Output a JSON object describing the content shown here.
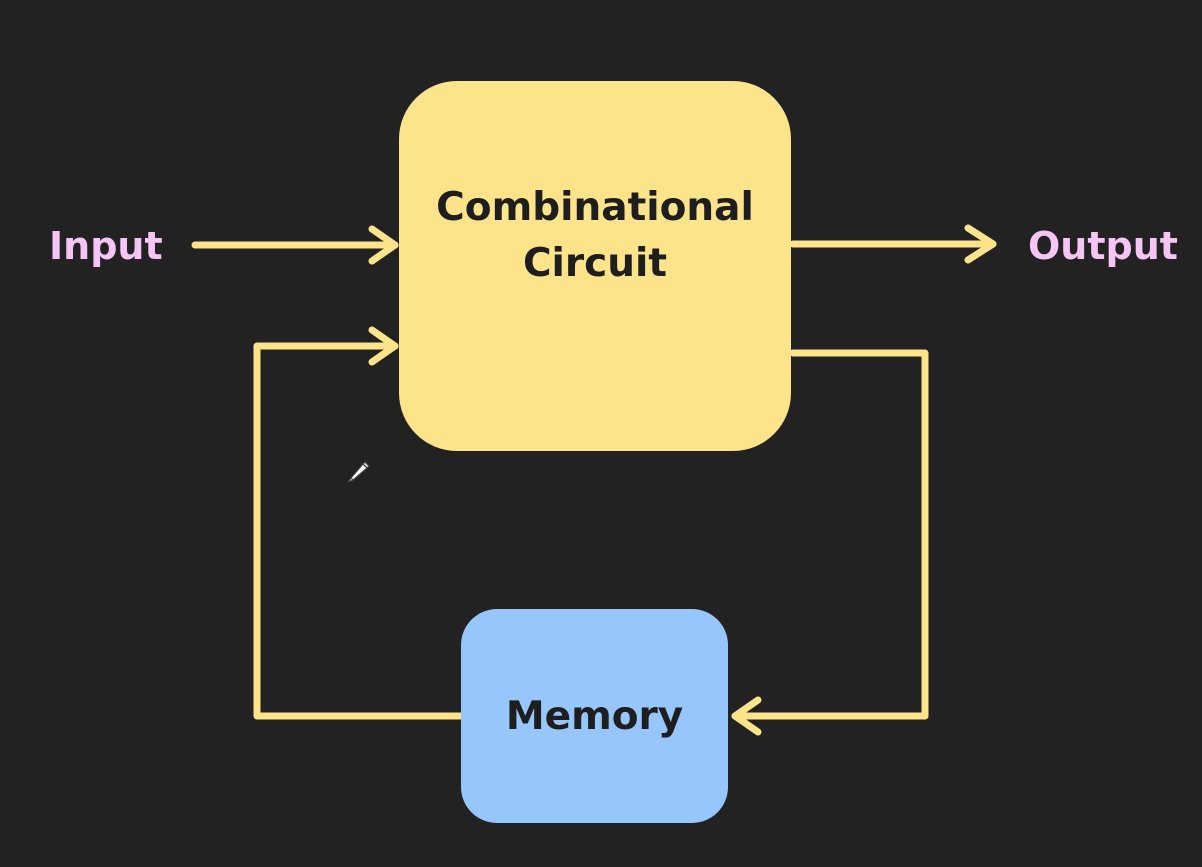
{
  "diagram": {
    "input_label": "Input",
    "output_label": "Output",
    "combinational_line1": "Combinational",
    "combinational_line2": "Circuit",
    "memory_label": "Memory"
  },
  "colors": {
    "background": "#222222",
    "wire": "#fde38a",
    "combinational_fill": "#fde38a",
    "memory_fill": "#96c6fc",
    "io_text": "#f7c5f5",
    "box_text": "#1e1e1e"
  },
  "icons": {
    "cursor": "pencil-icon"
  }
}
